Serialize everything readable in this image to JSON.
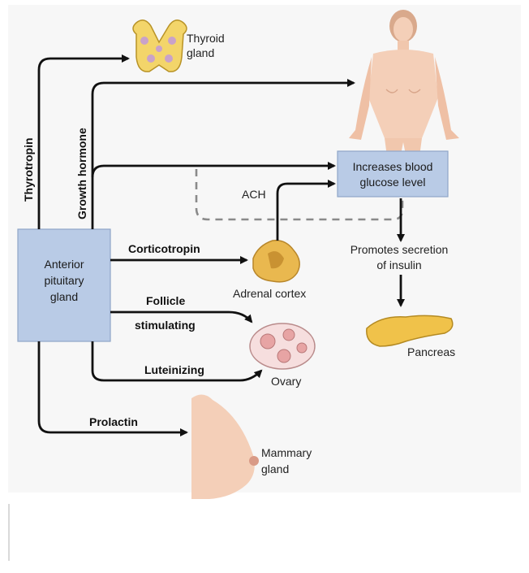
{
  "pituitary_box": {
    "line1": "Anterior",
    "line2": "pituitary",
    "line3": "gland"
  },
  "glucose_box": {
    "line1": "Increases blood",
    "line2": "glucose level"
  },
  "hormones": {
    "thyrotropin": "Thyrotropin",
    "growth_hormone": "Growth hormone",
    "corticotropin": "Corticotropin",
    "follicle_line1": "Follicle",
    "follicle_line2": "stimulating",
    "luteinizing": "Luteinizing",
    "prolactin": "Prolactin",
    "ach": "ACH"
  },
  "targets": {
    "thyroid_line1": "Thyroid",
    "thyroid_line2": "gland",
    "adrenal": "Adrenal cortex",
    "ovary": "Ovary",
    "pancreas": "Pancreas",
    "mammary_line1": "Mammary",
    "mammary_line2": "gland",
    "insulin_line1": "Promotes secretion",
    "insulin_line2": "of insulin"
  },
  "colors": {
    "box_fill": "#b9cbe6",
    "box_stroke": "#8fa6c8",
    "thyroid": "#f3d56a",
    "adrenal": "#e9b84f",
    "pancreas": "#f0c24a",
    "ovary": "#f6dede",
    "skin": "#f4cfb8"
  }
}
